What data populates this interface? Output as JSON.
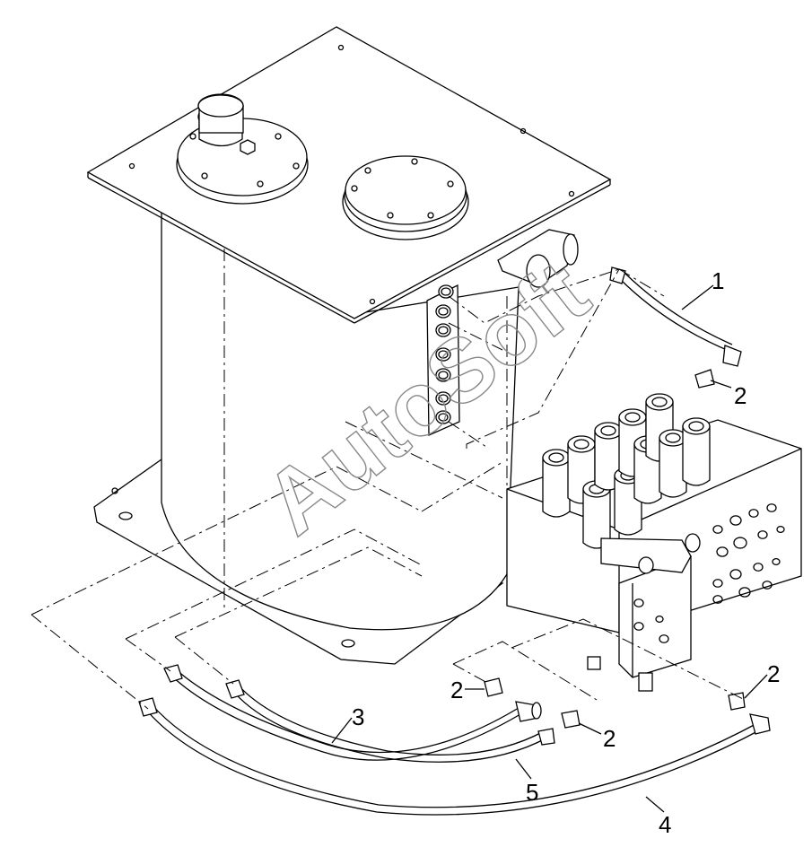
{
  "watermark": "AutoSoft",
  "callouts": {
    "c1": "1",
    "c2a": "2",
    "c2b": "2",
    "c2c": "2",
    "c2d": "2",
    "c3": "3",
    "c4": "4",
    "c5": "5"
  }
}
